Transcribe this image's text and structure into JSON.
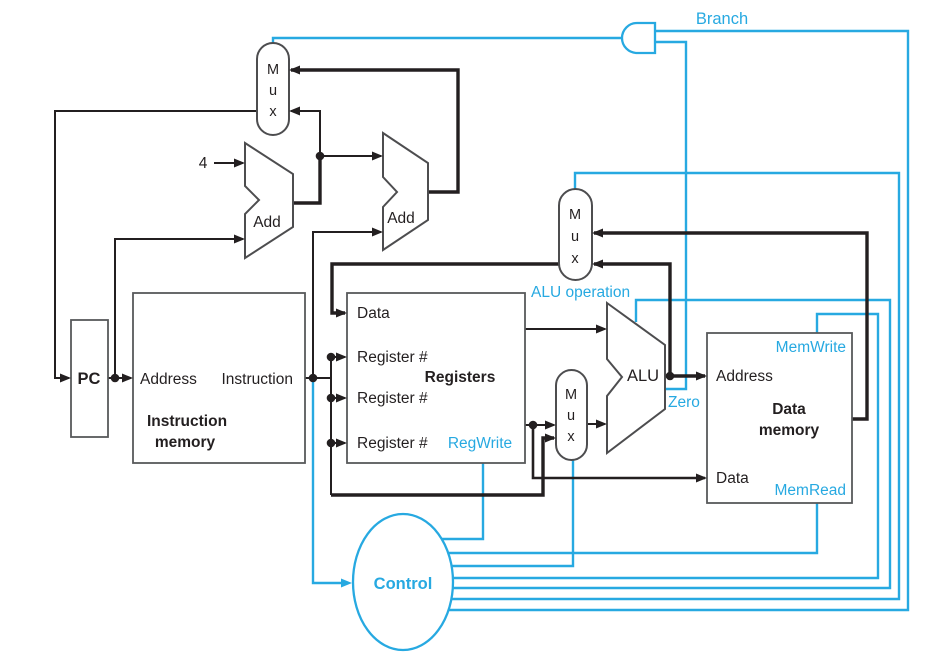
{
  "colors": {
    "accent_blue": "#27a9e1",
    "wire_black": "#231f20",
    "component_outline": "#4d4d4f",
    "background": "#ffffff"
  },
  "signals": {
    "branch": "Branch",
    "alu_operation": "ALU operation",
    "reg_write": "RegWrite",
    "mem_write": "MemWrite",
    "mem_read": "MemRead",
    "zero": "Zero"
  },
  "components": {
    "pc": {
      "label": "PC"
    },
    "constant": {
      "label": "4"
    },
    "add_pc": {
      "label": "Add"
    },
    "add_branch": {
      "label": "Add"
    },
    "mux": {
      "letters": [
        "M",
        "u",
        "x"
      ]
    },
    "instruction_memory": {
      "name_line1": "Instruction",
      "name_line2": "memory",
      "port_address": "Address",
      "port_instruction": "Instruction"
    },
    "registers": {
      "name": "Registers",
      "port_data": "Data",
      "port_register1": "Register #",
      "port_register2": "Register #",
      "port_register3": "Register #"
    },
    "alu": {
      "label": "ALU"
    },
    "data_memory": {
      "name_line1": "Data",
      "name_line2": "memory",
      "port_address": "Address",
      "port_data": "Data"
    },
    "control": {
      "label": "Control"
    }
  }
}
